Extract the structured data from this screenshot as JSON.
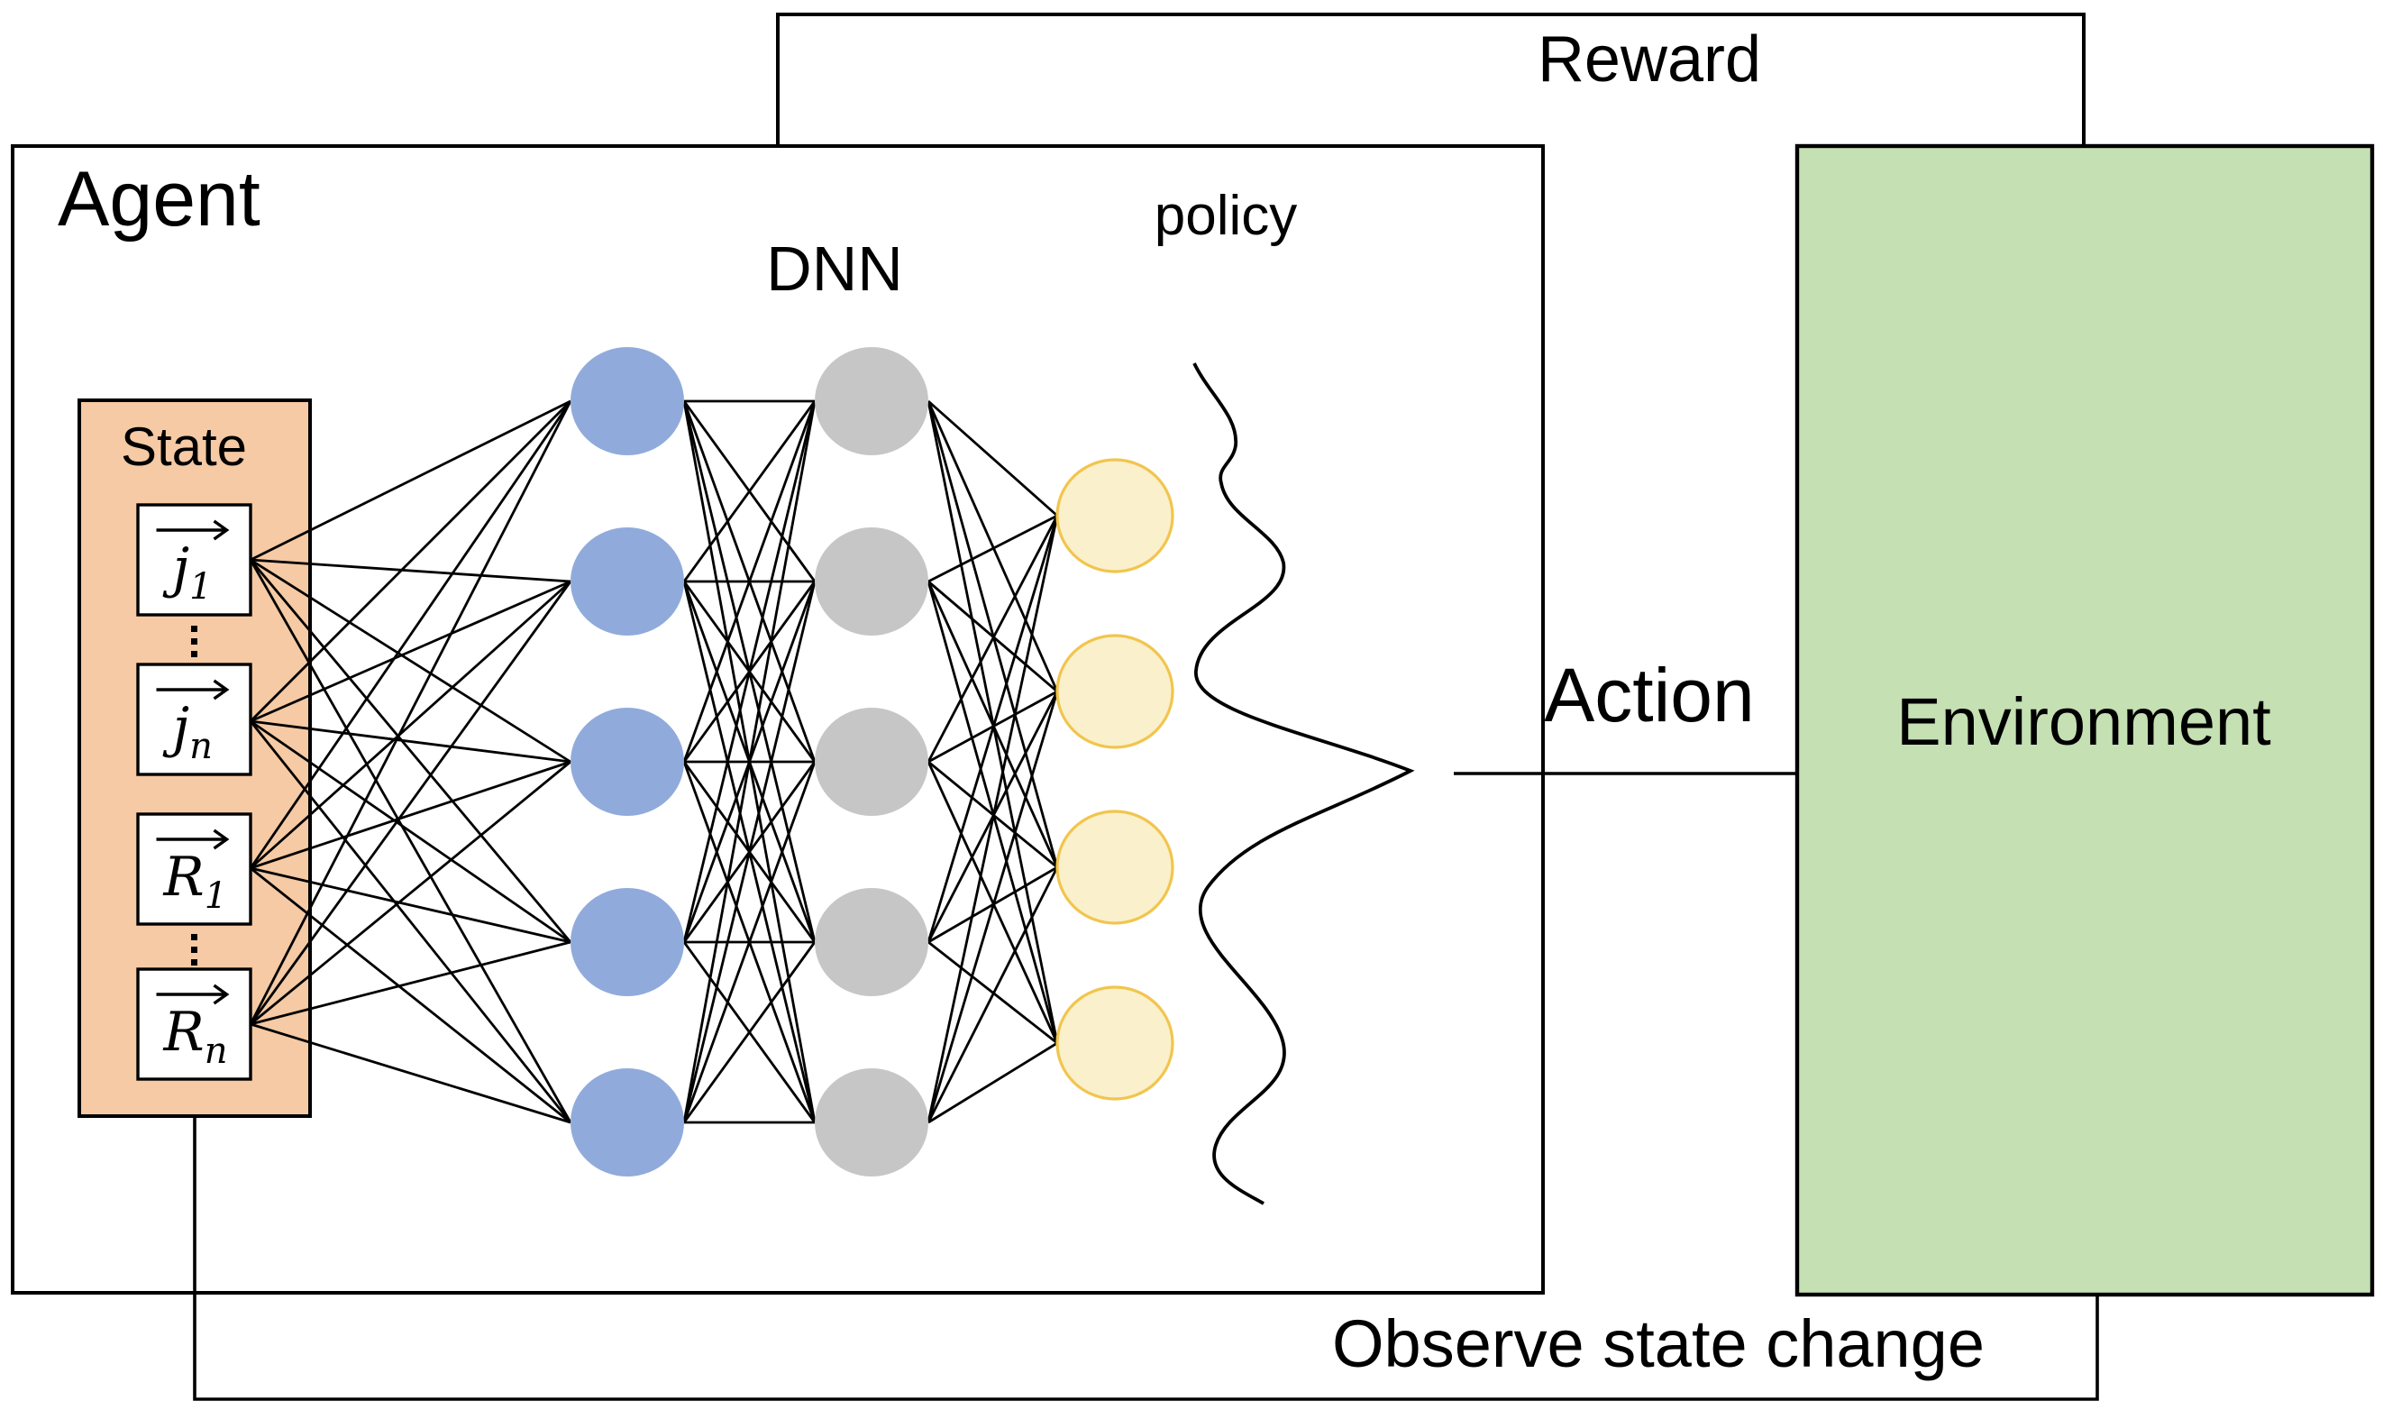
{
  "diagram": {
    "agent_label": "Agent",
    "dnn_label": "DNN",
    "policy_label": "policy",
    "state_label": "State",
    "reward_label": "Reward",
    "action_label": "Action",
    "observe_label": "Observe state change",
    "environment_label": "Environment"
  },
  "state_vectors": [
    {
      "symbol": "j",
      "subscript": "1"
    },
    {
      "symbol": "j",
      "subscript": "n"
    },
    {
      "symbol": "R",
      "subscript": "1"
    },
    {
      "symbol": "R",
      "subscript": "n"
    }
  ],
  "network": {
    "layers": [
      {
        "name": "input-layer",
        "count": 5,
        "fill": "#90ABDB",
        "stroke": "none"
      },
      {
        "name": "hidden-layer",
        "count": 5,
        "fill": "#C6C6C6",
        "stroke": "none"
      },
      {
        "name": "output-layer",
        "count": 4,
        "fill": "#FBF0CC",
        "stroke": "#F1C54D"
      }
    ]
  },
  "colors": {
    "state_fill": "#F5CAA4",
    "environment_fill": "#C5E0B3",
    "line": "#000000",
    "background": "#FFFFFF"
  }
}
